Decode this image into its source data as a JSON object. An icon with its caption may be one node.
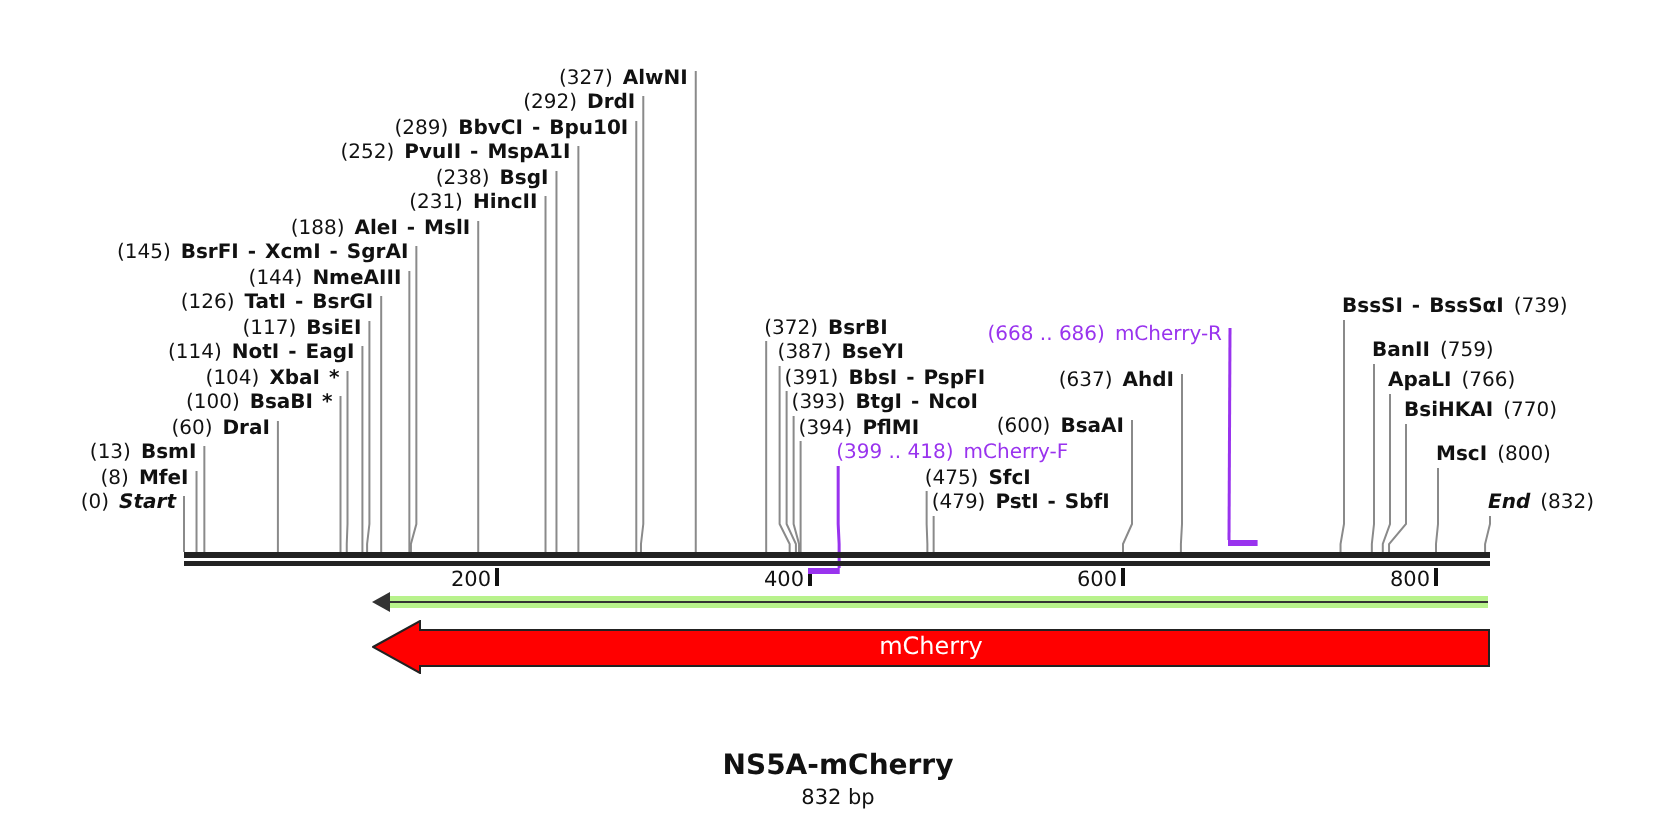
{
  "diagram": {
    "title": "NS5A-mCherry",
    "caption": "832 bp",
    "nodes": [
      {
        "text": [
          "(231)",
          "HincII"
        ]
      },
      {
        "text": [
          "(188)",
          "AleI - MslI"
        ]
      },
      {
        "text": [
          "(399 .. 418)",
          "mCherry-F"
        ]
      },
      {
        "text": [
          "(145)",
          "BsrFI - XcmI - SgrAI"
        ]
      },
      {
        "text": [
          "(144)",
          "NmeAIII"
        ]
      },
      {
        "text": [
          "(126)",
          "TatI - BsrGI"
        ]
      },
      {
        "text": [
          "(117)",
          "BsiEI"
        ]
      },
      {
        "text": [
          "(114)",
          "NotI - EagI"
        ]
      },
      {
        "text": [
          "(104)",
          "XbaI *"
        ]
      },
      {
        "text": [
          "(100)",
          "BsaBI *"
        ]
      },
      {
        "text": [
          "(60)",
          "DraI"
        ]
      },
      {
        "text": [
          "(13)",
          "BsmI"
        ]
      },
      {
        "text": [
          "(8)",
          "MfeI"
        ]
      },
      {
        "text": [
          "(0)",
          "Start"
        ]
      },
      {
        "text": [
          "(289)",
          "BbvCI - Bpu10I"
        ]
      },
      {
        "text": [
          "(252)",
          "PvuII - MspA1I"
        ]
      },
      {
        "text": [
          "(238)",
          "BsgI"
        ]
      },
      {
        "text": [
          "(292)",
          "DrdI"
        ]
      },
      {
        "text": [
          "(327)",
          "AlwNI"
        ]
      },
      {
        "text": [
          "(394)",
          "PflMI"
        ]
      },
      {
        "text": [
          "(393)",
          "BtgI - NcoI"
        ]
      },
      {
        "text": [
          "(391)",
          "BbsI - PspFI"
        ]
      },
      {
        "text": [
          "(387)",
          "BseYI"
        ]
      },
      {
        "text": [
          "(372)",
          "BsrBI"
        ]
      },
      {
        "text": [
          "(479)",
          "PstI - SbfI"
        ]
      },
      {
        "text": [
          "(475)",
          "SfcI"
        ]
      },
      {
        "text": [
          "(668 .. 686)",
          "mCherry-R"
        ]
      },
      {
        "text": [
          "(637)",
          "AhdI"
        ]
      },
      {
        "text": [
          "(600)",
          "BsaAI"
        ]
      },
      {
        "text": [
          "BssSI - BssSαI",
          "(739)"
        ]
      },
      {
        "text": [
          "BanII",
          "(759)"
        ]
      },
      {
        "text": [
          "ApaLI",
          "(766)"
        ]
      },
      {
        "text": [
          "BsiHKAI",
          "(770)"
        ]
      },
      {
        "text": [
          "MscI",
          "(800)"
        ]
      },
      {
        "text": [
          "End",
          "(832)"
        ]
      },
      {
        "text": [
          "mCherry"
        ]
      },
      {
        "text": [],
        "shape": "bar"
      },
      {
        "text": [],
        "shape": "bar"
      },
      {
        "text": [],
        "shape": "bar"
      }
    ],
    "edges": [
      {
        "from": 0,
        "to": 36,
        "arrow": "none"
      },
      {
        "from": 1,
        "to": 36,
        "arrow": "none"
      },
      {
        "from": 2,
        "to": 37,
        "arrow": "none",
        "color": "#9933ee"
      },
      {
        "from": 3,
        "to": 36,
        "arrow": "none"
      },
      {
        "from": 4,
        "to": 36,
        "arrow": "none"
      },
      {
        "from": 5,
        "to": 36,
        "arrow": "none"
      },
      {
        "from": 6,
        "to": 36,
        "arrow": "none"
      },
      {
        "from": 7,
        "to": 36,
        "arrow": "none"
      },
      {
        "from": 8,
        "to": 36,
        "arrow": "none"
      },
      {
        "from": 9,
        "to": 36,
        "arrow": "none"
      },
      {
        "from": 10,
        "to": 36,
        "arrow": "none"
      },
      {
        "from": 11,
        "to": 36,
        "arrow": "none"
      },
      {
        "from": 12,
        "to": 36,
        "arrow": "none"
      },
      {
        "from": 13,
        "to": 36,
        "arrow": "none"
      },
      {
        "from": 14,
        "to": 36,
        "arrow": "none"
      },
      {
        "from": 15,
        "to": 36,
        "arrow": "none"
      },
      {
        "from": 16,
        "to": 36,
        "arrow": "none"
      },
      {
        "from": 17,
        "to": 36,
        "arrow": "none"
      },
      {
        "from": 18,
        "to": 36,
        "arrow": "none"
      },
      {
        "from": 19,
        "to": 36,
        "arrow": "none"
      },
      {
        "from": 20,
        "to": 36,
        "arrow": "none"
      },
      {
        "from": 21,
        "to": 36,
        "arrow": "none"
      },
      {
        "from": 22,
        "to": 36,
        "arrow": "none"
      },
      {
        "from": 23,
        "to": 36,
        "arrow": "none"
      },
      {
        "from": 24,
        "to": 36,
        "arrow": "none"
      },
      {
        "from": 25,
        "to": 36,
        "arrow": "none"
      },
      {
        "from": 26,
        "to": 38,
        "arrow": "none",
        "color": "#9933ee"
      },
      {
        "from": 27,
        "to": 36,
        "arrow": "none"
      },
      {
        "from": 28,
        "to": 36,
        "arrow": "none"
      },
      {
        "from": 29,
        "to": 36,
        "arrow": "none"
      },
      {
        "from": 30,
        "to": 36,
        "arrow": "none"
      },
      {
        "from": 31,
        "to": 36,
        "arrow": "none"
      },
      {
        "from": 32,
        "to": 36,
        "arrow": "none"
      },
      {
        "from": 33,
        "to": 36,
        "arrow": "none"
      },
      {
        "from": 34,
        "to": 36,
        "arrow": "none"
      }
    ],
    "labels": [
      "200",
      "400",
      "600",
      "800"
    ]
  }
}
